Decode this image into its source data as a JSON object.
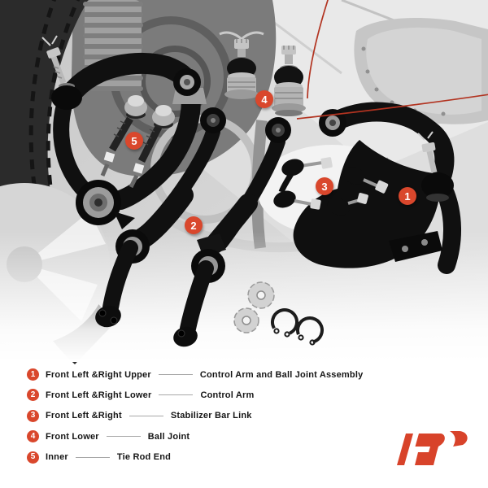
{
  "photo": {
    "markers": [
      {
        "number": "1"
      },
      {
        "number": "2"
      },
      {
        "number": "3"
      },
      {
        "number": "4"
      },
      {
        "number": "5"
      }
    ],
    "parts_icons": [
      "upper-control-arm-icon",
      "lower-control-arm-icon",
      "stabilizer-bar-link-icon",
      "ball-joint-icon",
      "tie-rod-end-icon",
      "washer-icon",
      "snap-ring-icon"
    ]
  },
  "legend": {
    "items": [
      {
        "number": "1",
        "position_label": "Front Left &Right Upper",
        "part_label": "Control Arm and Ball Joint Assembly"
      },
      {
        "number": "2",
        "position_label": "Front Left &Right Lower",
        "part_label": "Control Arm"
      },
      {
        "number": "3",
        "position_label": "Front Left &Right",
        "part_label": "Stabilizer Bar Link"
      },
      {
        "number": "4",
        "position_label": "Front Lower",
        "part_label": "Ball Joint"
      },
      {
        "number": "5",
        "position_label": "Inner",
        "part_label": "Tie Rod End"
      }
    ]
  },
  "logo": {
    "icon": "brand-logo-ap",
    "color": "#d8432a"
  },
  "colors": {
    "accent": "#d9472c",
    "callout_arc": "#b23320",
    "legend_text": "#161616",
    "leader_line": "#a8a8a8"
  }
}
